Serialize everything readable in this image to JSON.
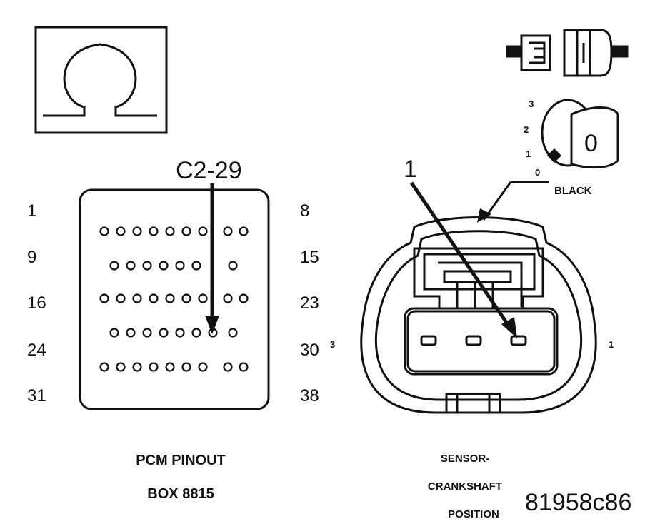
{
  "symbol": {
    "glyph": "Ω",
    "icon": "ohm-icon"
  },
  "pcm": {
    "callout": "C2-29",
    "left_numbers": [
      "1",
      "9",
      "16",
      "24",
      "31"
    ],
    "right_numbers": [
      "8",
      "15",
      "23",
      "30",
      "38"
    ],
    "caption_line1": "PCM PINOUT",
    "caption_line2": "BOX 8815"
  },
  "sensor": {
    "callout": "1",
    "pin_left": "3",
    "pin_right": "1",
    "color_label": "BLACK",
    "scale": [
      "3",
      "2",
      "1",
      "0"
    ],
    "key_value": "0",
    "caption_line1": "SENSOR-",
    "caption_line2": "CRANKSHAFT",
    "caption_line3": "POSITION"
  },
  "figure_code": "81958c86"
}
